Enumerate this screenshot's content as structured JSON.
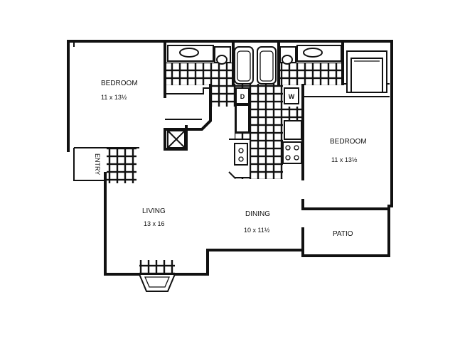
{
  "rooms": {
    "bedroom_left": {
      "name": "Bedroom",
      "dims": "11 x 13½"
    },
    "bedroom_right": {
      "name": "Bedroom",
      "dims": "11 x 13½"
    },
    "living": {
      "name": "Living",
      "dims": "13 x 16"
    },
    "dining": {
      "name": "Dining",
      "dims": "10 x 11½"
    },
    "patio": {
      "name": "Patio"
    },
    "entry": {
      "name": "Entry"
    }
  },
  "appliances": {
    "dishwasher": "D",
    "washer": "W"
  }
}
